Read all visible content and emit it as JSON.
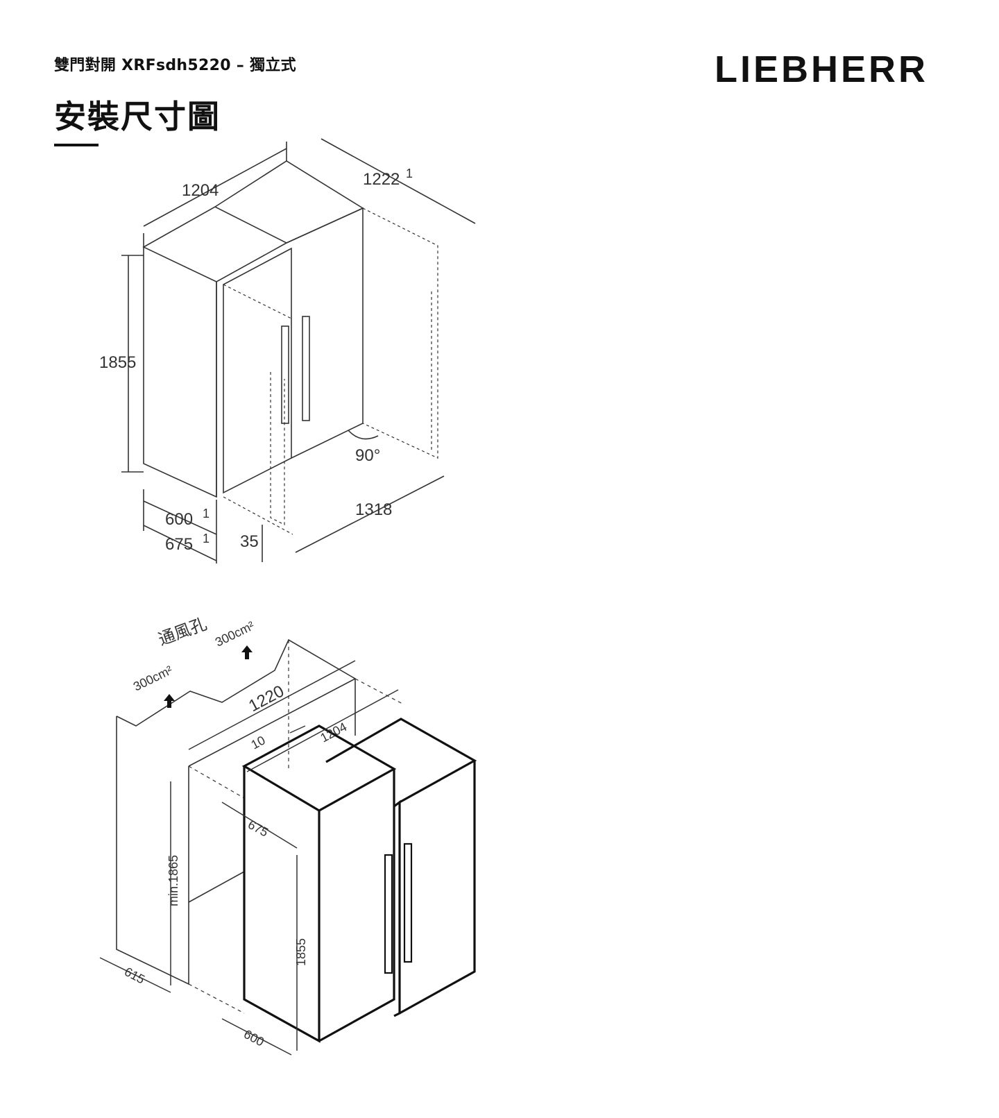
{
  "header": {
    "subtitle": "雙門對開 XRFsdh5220 – 獨立式",
    "title": "安裝尺寸圖",
    "brand": "LIEBHERR"
  },
  "top_diagram": {
    "dims": {
      "width": "1204",
      "width_open": "1222",
      "height": "1855",
      "depth": "600",
      "depth_total": "675",
      "door_gap": "35",
      "open_width": "1318",
      "door_angle": "90°",
      "footnote": "1"
    }
  },
  "bottom_diagram": {
    "vent_label": "通風孔",
    "vent_area": "300cm²",
    "dims": {
      "niche_width": "1220",
      "gap": "10",
      "width": "1204",
      "depth_total": "675",
      "niche_height": "min.1865",
      "height": "1855",
      "niche_depth": "615",
      "depth": "600"
    }
  },
  "colors": {
    "ink": "#111111",
    "dim": "#333333"
  }
}
